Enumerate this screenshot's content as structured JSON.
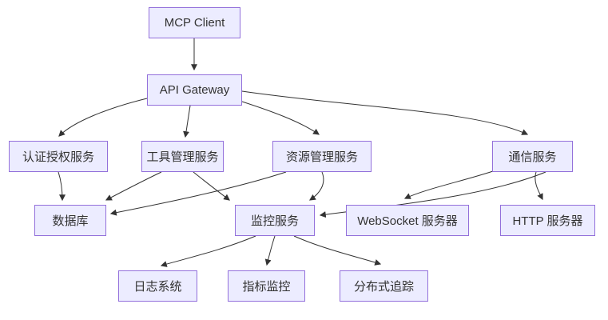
{
  "diagram": {
    "type": "flowchart-top-down",
    "colors": {
      "node_fill": "#ECECFF",
      "node_border": "#9370DB",
      "edge_color": "#333333",
      "text_color": "#333333",
      "background": "#FFFFFF"
    },
    "nodes": {
      "mcp_client": {
        "label": "MCP Client"
      },
      "api_gateway": {
        "label": "API Gateway"
      },
      "auth": {
        "label": "认证授权服务"
      },
      "tool": {
        "label": "工具管理服务"
      },
      "resource": {
        "label": "资源管理服务"
      },
      "comm": {
        "label": "通信服务"
      },
      "db": {
        "label": "数据库"
      },
      "monitor": {
        "label": "监控服务"
      },
      "websocket": {
        "label": "WebSocket 服务器"
      },
      "http": {
        "label": "HTTP 服务器"
      },
      "log": {
        "label": "日志系统"
      },
      "metrics": {
        "label": "指标监控"
      },
      "trace": {
        "label": "分布式追踪"
      }
    },
    "edges": [
      {
        "from": "mcp_client",
        "to": "api_gateway"
      },
      {
        "from": "api_gateway",
        "to": "auth"
      },
      {
        "from": "api_gateway",
        "to": "tool"
      },
      {
        "from": "api_gateway",
        "to": "resource"
      },
      {
        "from": "api_gateway",
        "to": "comm"
      },
      {
        "from": "auth",
        "to": "db"
      },
      {
        "from": "tool",
        "to": "db"
      },
      {
        "from": "tool",
        "to": "monitor"
      },
      {
        "from": "resource",
        "to": "db"
      },
      {
        "from": "resource",
        "to": "monitor"
      },
      {
        "from": "comm",
        "to": "websocket"
      },
      {
        "from": "comm",
        "to": "http"
      },
      {
        "from": "comm",
        "to": "monitor"
      },
      {
        "from": "monitor",
        "to": "log"
      },
      {
        "from": "monitor",
        "to": "metrics"
      },
      {
        "from": "monitor",
        "to": "trace"
      }
    ]
  }
}
